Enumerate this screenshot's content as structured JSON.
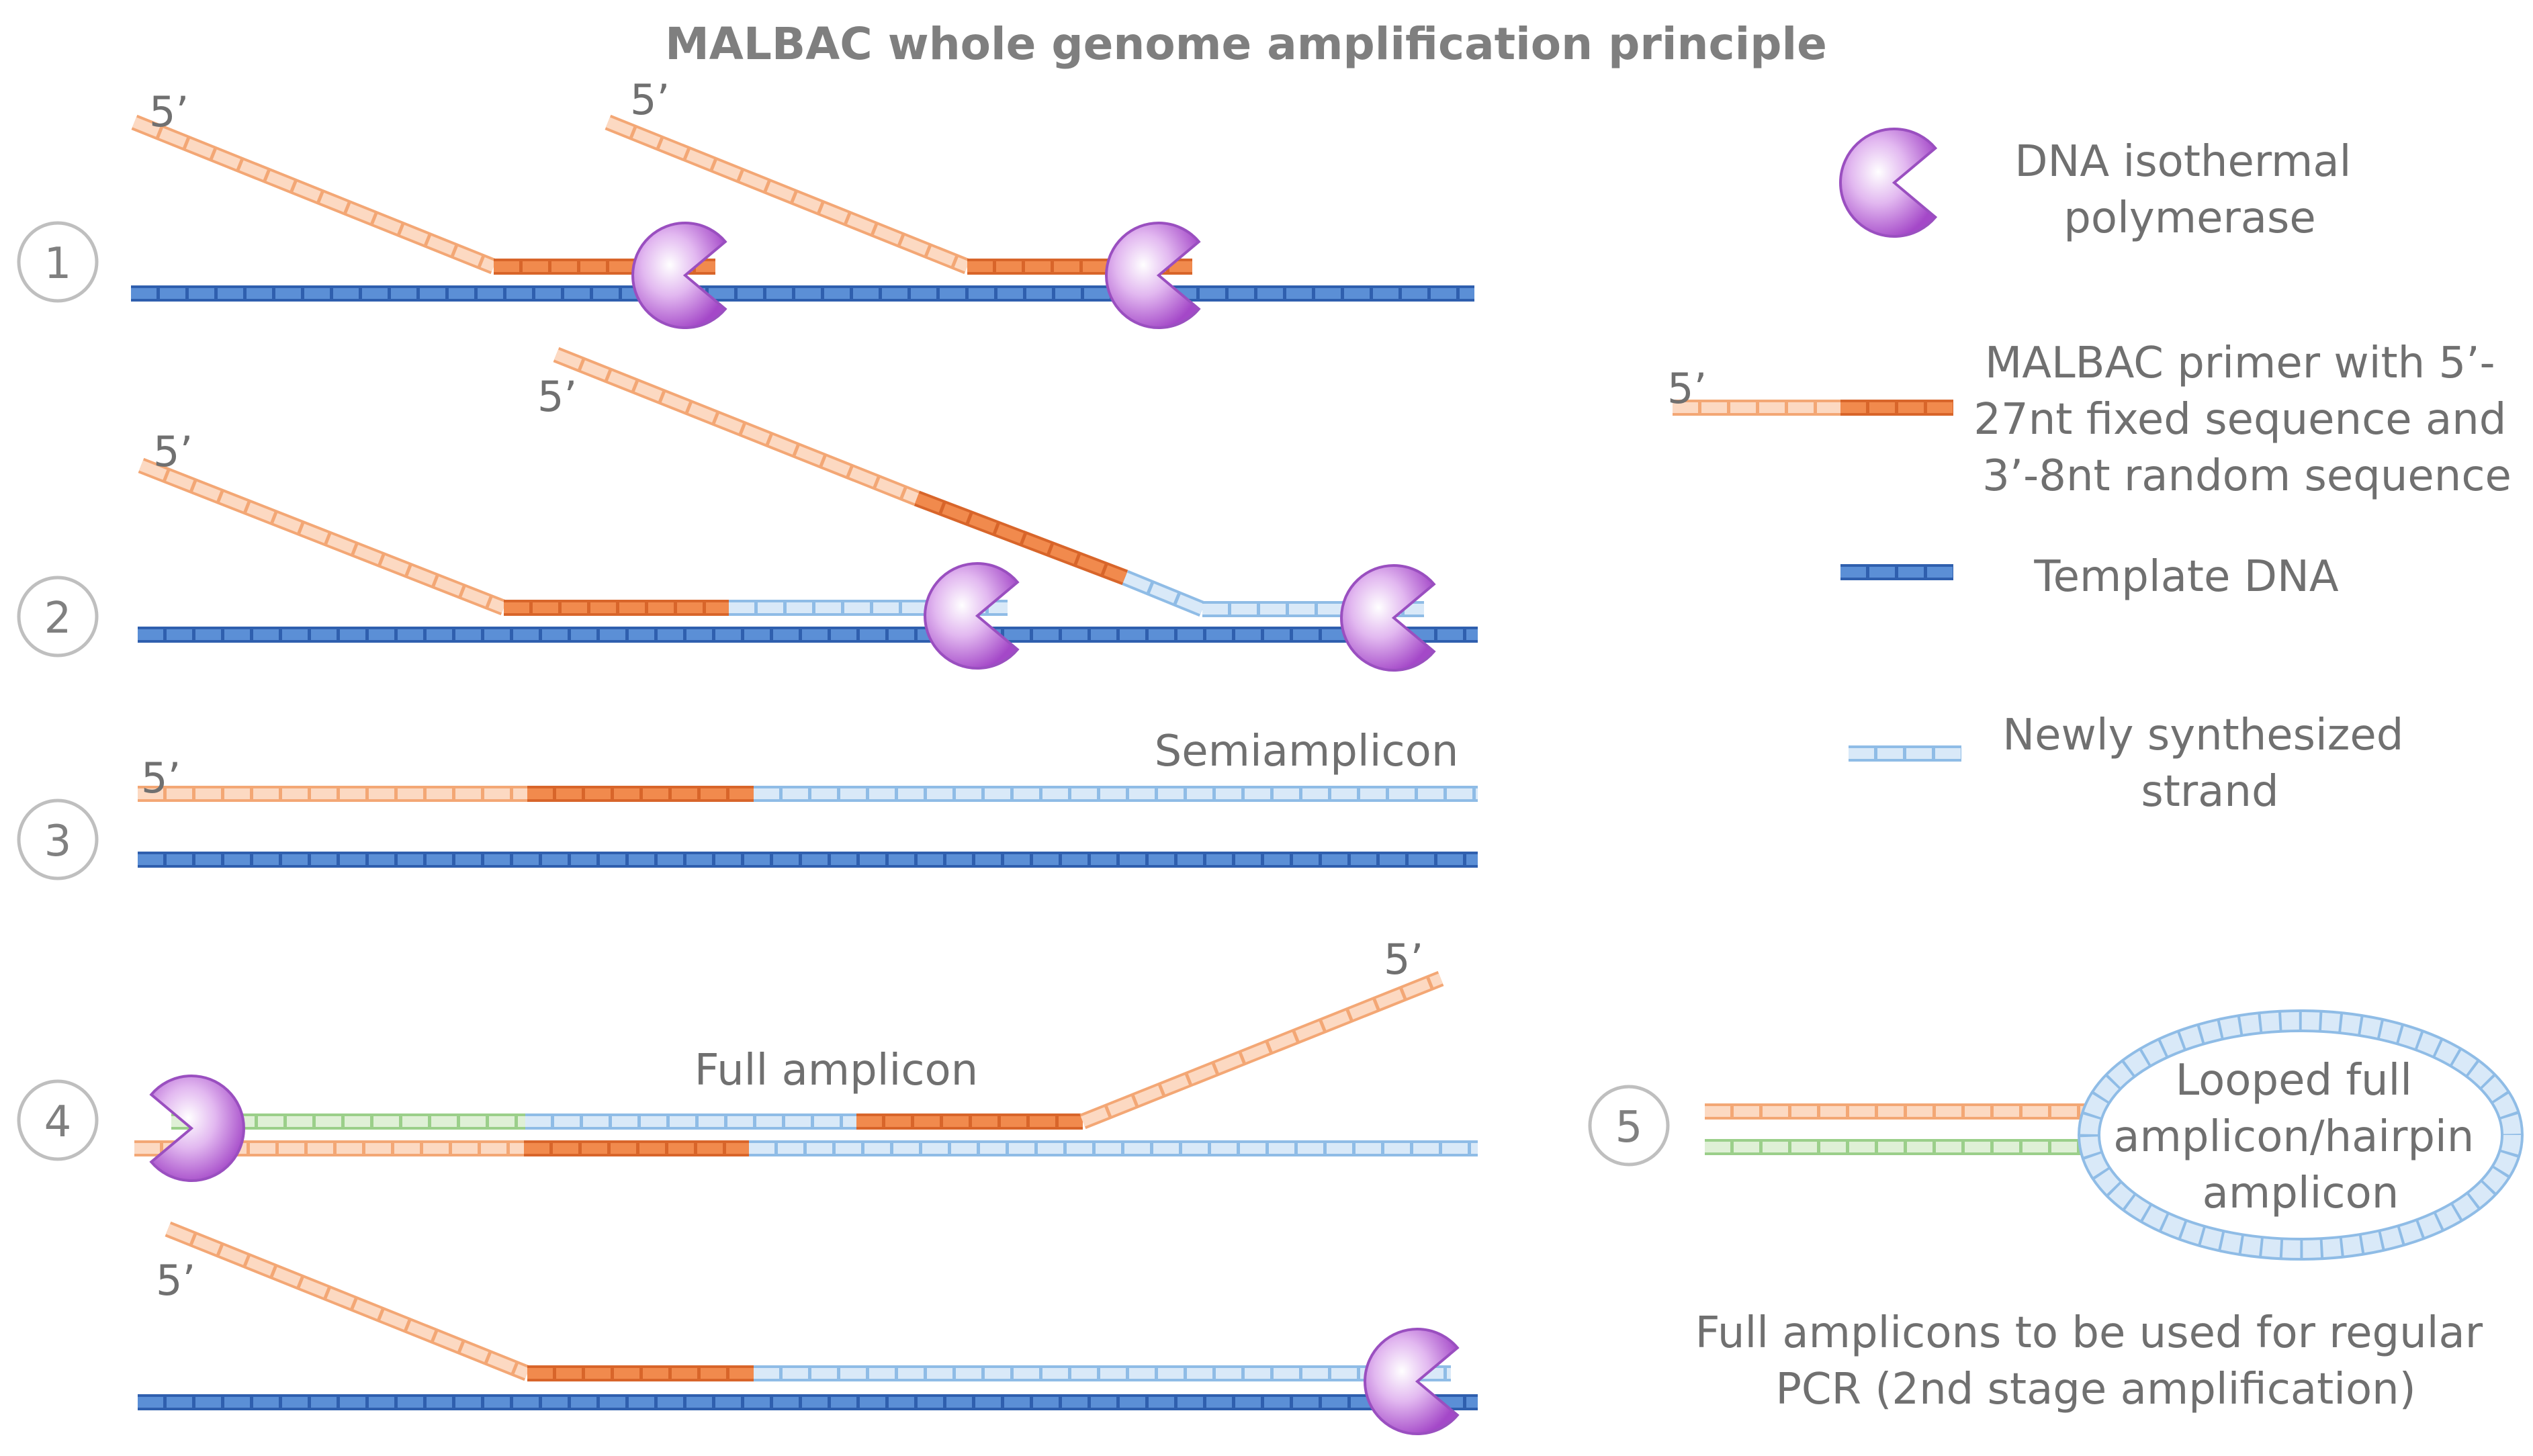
{
  "title": "MALBAC whole genome amplification principle",
  "five_prime": "5’",
  "steps": [
    "1",
    "2",
    "3",
    "4",
    "5"
  ],
  "labels": {
    "semiamplicon": "Semiamplicon",
    "full_amplicon": "Full amplicon"
  },
  "legend": {
    "polymerase": [
      "DNA isothermal",
      "polymerase"
    ],
    "primer": [
      "MALBAC primer with 5’-",
      "27nt fixed sequence and",
      "3’-8nt random sequence"
    ],
    "template": "Template DNA",
    "new_strand": [
      "Newly synthesized",
      "strand"
    ]
  },
  "looped": [
    "Looped full",
    "amplicon/hairpin",
    "amplicon"
  ],
  "note": [
    "Full amplicons to be used for regular",
    "PCR (2nd stage amplification)"
  ],
  "colors": {
    "template_fill": "#5b8fd6",
    "template_stroke": "#2f5fae",
    "fixed_fill": "#fcd9c2",
    "fixed_stroke": "#f3a775",
    "random_fill": "#f18a4d",
    "random_stroke": "#d8652a",
    "new_fill": "#d9e9f8",
    "new_stroke": "#8fbce6",
    "green_fill": "#dff0d6",
    "green_stroke": "#9bcf8a",
    "polymerase": "#b05fd0"
  }
}
